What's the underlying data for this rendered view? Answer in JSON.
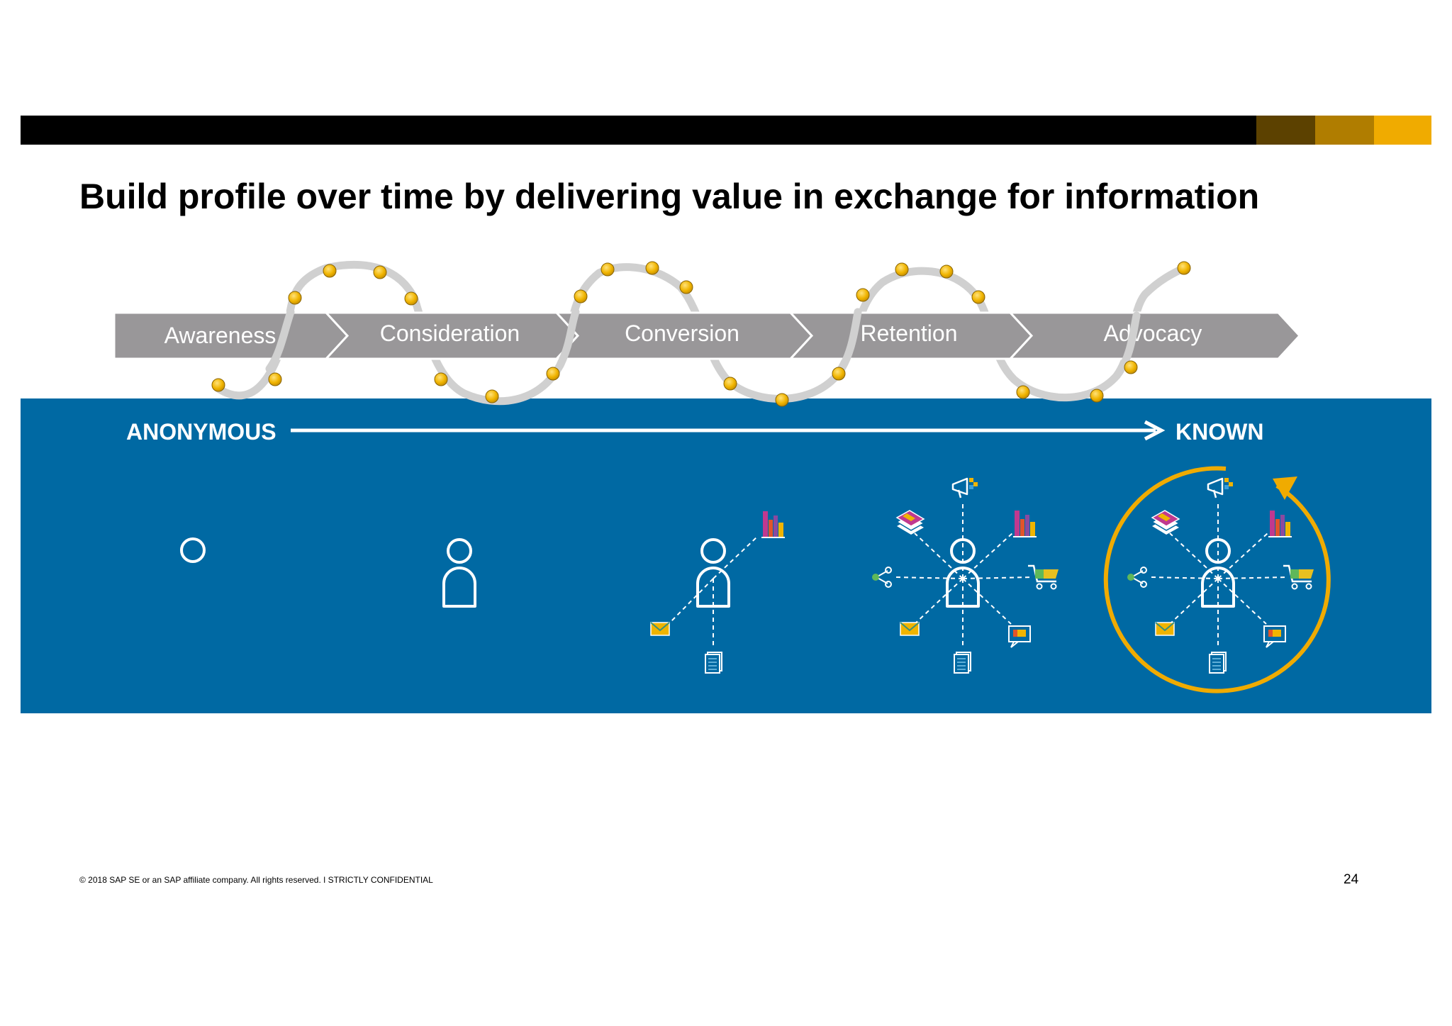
{
  "title": "Build profile over time by delivering value in exchange for information",
  "colors": {
    "bar": "#000000",
    "accents": [
      "#5c4100",
      "#b07d00",
      "#f0ab00"
    ],
    "panel": "#0069a3",
    "chevron": "#999799",
    "wave": "#d0d0d0",
    "dot": "#f0b400",
    "ring": "#f0ab00"
  },
  "stages": [
    {
      "label": "Awareness"
    },
    {
      "label": "Consideration"
    },
    {
      "label": "Conversion"
    },
    {
      "label": "Retention"
    },
    {
      "label": "Advocacy"
    }
  ],
  "journey": {
    "start_label": "ANONYMOUS",
    "end_label": "KNOWN"
  },
  "profiles": [
    {
      "stage": "Awareness",
      "figure": "head-only",
      "icons": []
    },
    {
      "stage": "Consideration",
      "figure": "person",
      "icons": []
    },
    {
      "stage": "Conversion",
      "figure": "person",
      "icons": [
        "bar-chart-icon",
        "email-icon",
        "document-icon"
      ]
    },
    {
      "stage": "Retention",
      "figure": "person",
      "icons": [
        "megaphone-icon",
        "bar-chart-icon",
        "cart-icon",
        "chat-icon",
        "document-icon",
        "email-icon",
        "share-icon",
        "cards-icon"
      ]
    },
    {
      "stage": "Advocacy",
      "figure": "person",
      "icons": [
        "megaphone-icon",
        "bar-chart-icon",
        "cart-icon",
        "chat-icon",
        "document-icon",
        "email-icon",
        "share-icon",
        "cards-icon"
      ],
      "cycle_ring": true
    }
  ],
  "footer": {
    "copyright": "© 2018 SAP SE or an SAP affiliate company. All rights reserved.  ǀ  STRICTLY CONFIDENTIAL",
    "page_number": "24"
  }
}
